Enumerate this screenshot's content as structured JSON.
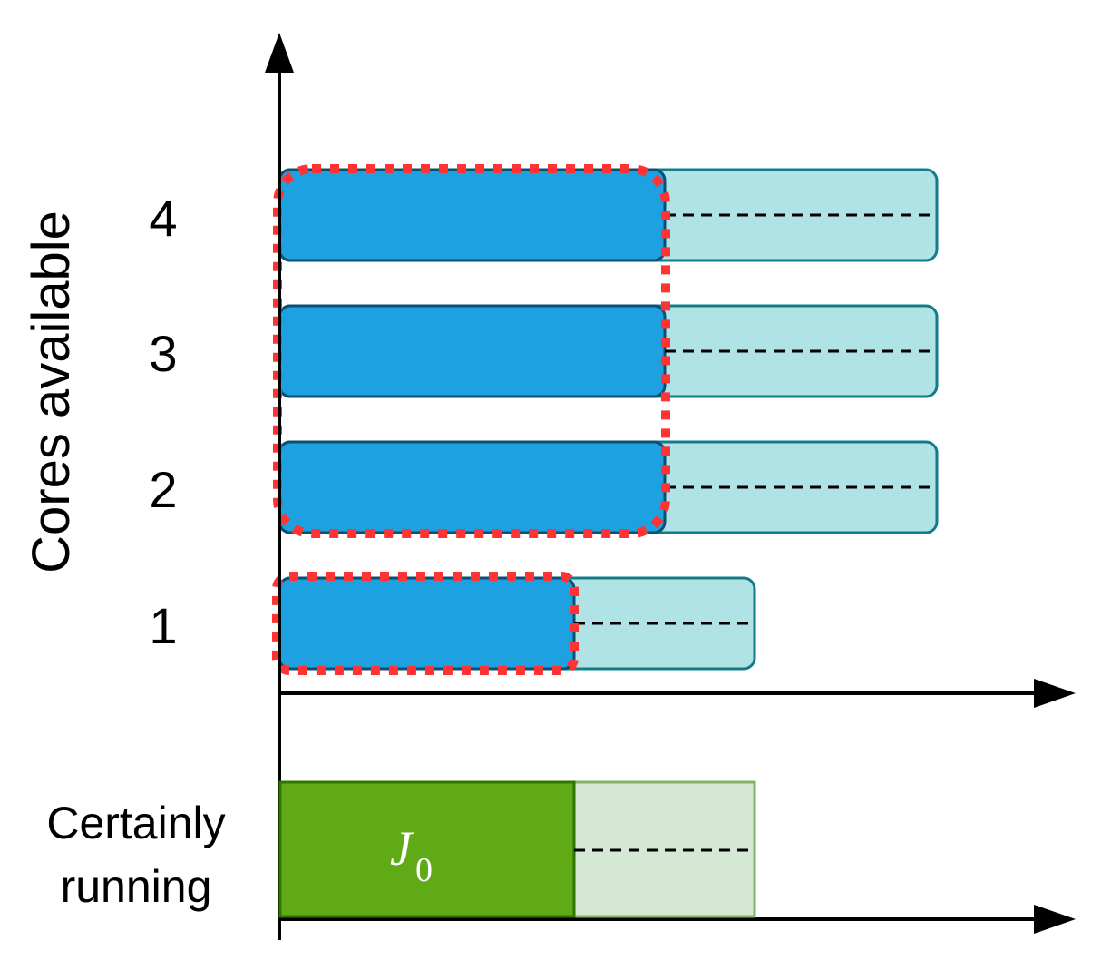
{
  "y_axis_label": "Cores available",
  "core_rows": [
    {
      "label": "4"
    },
    {
      "label": "3"
    },
    {
      "label": "2"
    },
    {
      "label": "1"
    }
  ],
  "bottom_row_label_line1": "Certainly",
  "bottom_row_label_line2": "running",
  "job": {
    "name": "J",
    "subscript": "0"
  },
  "colors": {
    "certain_bar_fill": "#1da1e0",
    "certain_bar_stroke": "#0b4f75",
    "uncertain_bar_fill": "#b0e3e6",
    "uncertain_bar_stroke": "#127d8a",
    "job_fill": "#60a917",
    "job_stroke": "#2d7600",
    "job_uncertain_fill": "#d5e8d4",
    "job_uncertain_stroke": "#82b366",
    "highlight": "#ff3333",
    "axis": "#000000"
  }
}
